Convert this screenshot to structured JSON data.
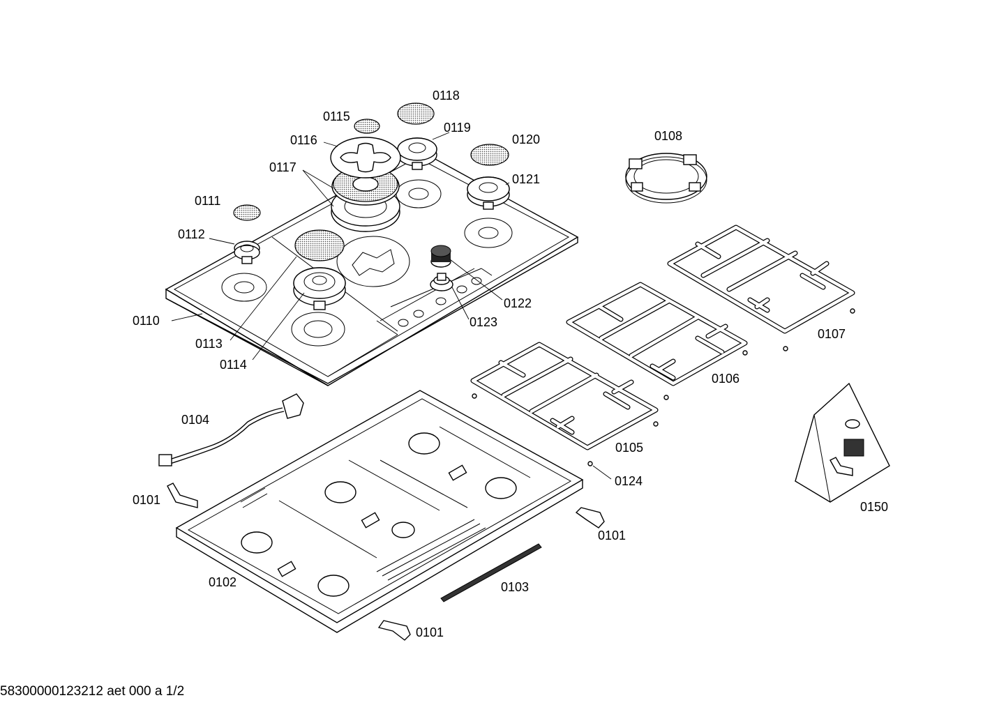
{
  "document_id": "58300000123212 aet 000 a 1/2",
  "labels": {
    "p0101a": "0101",
    "p0101b": "0101",
    "p0101c": "0101",
    "p0102": "0102",
    "p0103": "0103",
    "p0104": "0104",
    "p0105": "0105",
    "p0106": "0106",
    "p0107": "0107",
    "p0108": "0108",
    "p0110": "0110",
    "p0111": "0111",
    "p0112": "0112",
    "p0113": "0113",
    "p0114": "0114",
    "p0115": "0115",
    "p0116": "0116",
    "p0117": "0117",
    "p0118": "0118",
    "p0119": "0119",
    "p0120": "0120",
    "p0121": "0121",
    "p0122": "0122",
    "p0123": "0123",
    "p0124": "0124",
    "p0150": "0150"
  }
}
